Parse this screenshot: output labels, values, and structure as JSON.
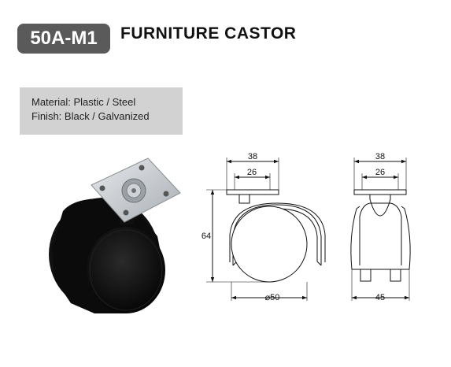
{
  "header": {
    "model_code": "50A-M1",
    "title": "FURNITURE CASTOR"
  },
  "specs": {
    "material": "Material: Plastic / Steel",
    "finish": "Finish: Black / Galvanized"
  },
  "dimensions": {
    "plate_width": "38",
    "hole_spacing": "26",
    "height": "64",
    "wheel_diameter": "⌀50",
    "side_plate_width": "38",
    "side_hole_spacing": "26",
    "wheel_width": "45"
  },
  "colors": {
    "badge": "#5a5a5a",
    "spec_box": "#d2d2d2",
    "wheel": "#0d0d0d",
    "plate": "#c8ccd0"
  }
}
